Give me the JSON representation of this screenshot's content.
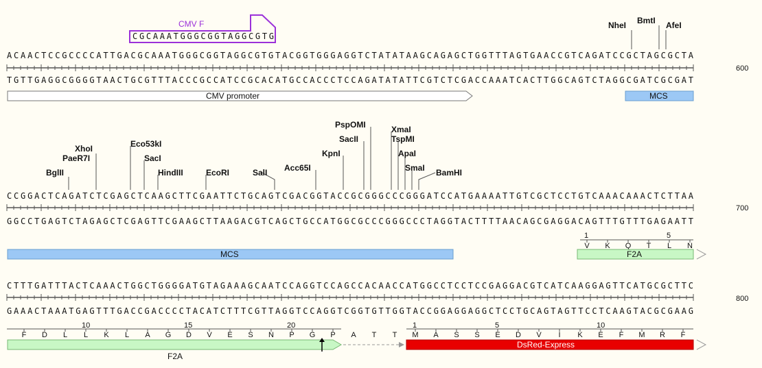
{
  "colors": {
    "primer": "#9b30d9",
    "mcs": "#9cc8f5",
    "f2a": "#c8f7c5",
    "dsred": "#e80000",
    "promoter": "#ffffff"
  },
  "rows": [
    {
      "top": "ACAACTCCGCCCCATTGACGCAAATGGGCGGTAGGCGTGTACGGTGGGAGGTCTATATAAGCAGAGCTGGTTTAGTGAACCGTCAGATCCGCTAGCGCTA",
      "bottom": "TGTTGAGGCGGGGTAACTGCGTTTACCCGCCATCCGCACATGCCACCCTCCAGATATATTCGTCTCGACCAAATCACTTGGCAGTCTAGGCGATCGCGAT",
      "number": "600"
    },
    {
      "top": "CCGGACTCAGATCTCGAGCTCAAGCTTCGAATTCTGCAGTCGACGGTACCGCGGGCCCGGGATCCATGAAAATTGTCGCTCCTGTCAAACAAACTCTTAA",
      "bottom": "GGCCTGAGTCTAGAGCTCGAGTTCGAAGCTTAAGACGTCAGCTGCCATGGCGCCCGGGCCCTAGGTACTTTTAACAGCGAGGACAGTTTGTTTGAGAATT",
      "number": "700"
    },
    {
      "top": "CTTTGATTTACTCAAACTGGCTGGGGATGTAGAAAGCAATCCAGGTCCAGCCACAACCATGGCCTCCTCCGAGGACGTCATCAAGGAGTTCATGCGCTTC",
      "bottom": "GAAACTAAATGAGTTTGACCGACCCCTACATCTTTCGTTAGGTCCAGGTCGGTGTTGGTACCGGAGGAGGCTCCTGCAGTAGTTCCTCAAGTACGCGAAG",
      "number": "800"
    }
  ],
  "primer": {
    "name": "CMV F",
    "sequence": "CGCAAATGGGCGGTAGGCGTG"
  },
  "enzymes": {
    "row1": [
      "NheI",
      "BmtI",
      "AfeI"
    ],
    "row2": [
      "BglII",
      "XhoI",
      "PaeR7I",
      "Eco53kI",
      "SacI",
      "HindIII",
      "EcoRI",
      "SalI",
      "Acc65I",
      "KpnI",
      "SacII",
      "PspOMI",
      "XmaI",
      "TspMI",
      "ApaI",
      "SmaI",
      "BamHI"
    ]
  },
  "features": {
    "cmv_promoter": "CMV promoter",
    "mcs": "MCS",
    "f2a": "F2A",
    "dsred": "DsRed-Express"
  },
  "translation_row2": {
    "numbers": [
      "1",
      "5"
    ],
    "aa": [
      "V",
      "K",
      "Q",
      "T",
      "L",
      "N"
    ]
  },
  "translation_row3": {
    "numbers": [
      "10",
      "15",
      "20",
      "1",
      "5",
      "10"
    ],
    "aa_f2a": [
      "F",
      "D",
      "L",
      "L",
      "K",
      "L",
      "A",
      "G",
      "D",
      "V",
      "E",
      "S",
      "N",
      "P",
      "G",
      "P"
    ],
    "aa_linker": [
      "A",
      "T",
      "T"
    ],
    "aa_dsred": [
      "M",
      "A",
      "S",
      "S",
      "E",
      "D",
      "V",
      "I",
      "K",
      "E",
      "F",
      "M",
      "R",
      "F"
    ]
  }
}
